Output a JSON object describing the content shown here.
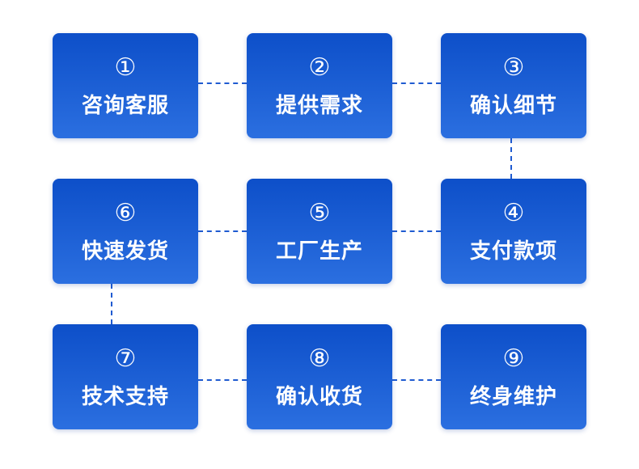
{
  "colors": {
    "box_top": "#0d4fc9",
    "box_bottom": "#2b6fe0",
    "connector": "#1f5bd1",
    "text": "#ffffff"
  },
  "steps": [
    {
      "number": "①",
      "label": "咨询客服"
    },
    {
      "number": "②",
      "label": "提供需求"
    },
    {
      "number": "③",
      "label": "确认细节"
    },
    {
      "number": "④",
      "label": "支付款项"
    },
    {
      "number": "⑤",
      "label": "工厂生产"
    },
    {
      "number": "⑥",
      "label": "快速发货"
    },
    {
      "number": "⑦",
      "label": "技术支持"
    },
    {
      "number": "⑧",
      "label": "确认收货"
    },
    {
      "number": "⑨",
      "label": "终身维护"
    }
  ]
}
